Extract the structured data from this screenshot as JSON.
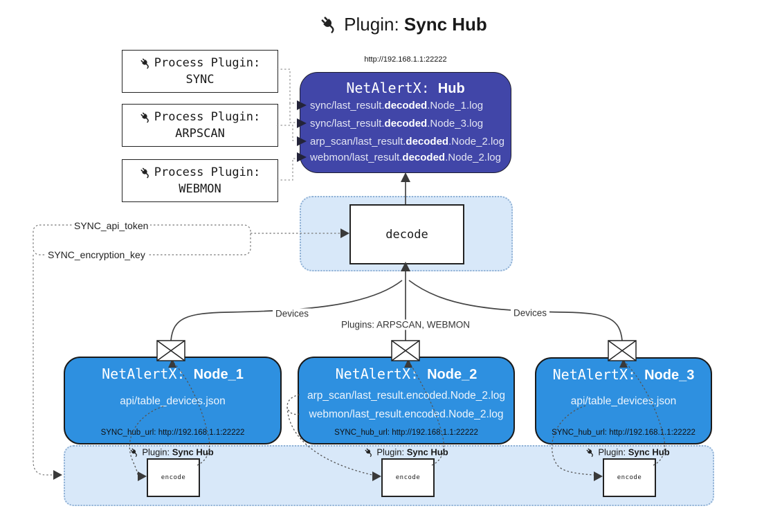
{
  "title": {
    "prefix": "Plugin: ",
    "name": "Sync Hub"
  },
  "process_plugins": [
    {
      "label": "Process Plugin:",
      "name": "SYNC"
    },
    {
      "label": "Process Plugin:",
      "name": "ARPSCAN"
    },
    {
      "label": "Process Plugin:",
      "name": "WEBMON"
    }
  ],
  "hub": {
    "url": "http://192.168.1.1:22222",
    "title_prefix": "NetAlertX: ",
    "title_name": "Hub",
    "logs": [
      {
        "pre": "sync/last_result.",
        "bold": "decoded",
        "post": ".Node_1.log"
      },
      {
        "pre": "sync/last_result.",
        "bold": "decoded",
        "post": ".Node_3.log"
      },
      {
        "pre": "arp_scan/last_result.",
        "bold": "decoded",
        "post": ".Node_2.log"
      },
      {
        "pre": "webmon/last_result.",
        "bold": "decoded",
        "post": ".Node_2.log"
      }
    ]
  },
  "decode": {
    "label": "decode"
  },
  "config": {
    "api_token": "SYNC_api_token",
    "encryption_key": "SYNC_encryption_key"
  },
  "edges": {
    "devices_left": "Devices",
    "plugins_center": "Plugins: ARPSCAN, WEBMON",
    "devices_right": "Devices"
  },
  "nodes": [
    {
      "title_prefix": "NetAlertX: ",
      "title_name": "Node_1",
      "lines": [
        "api/table_devices.json"
      ],
      "hub_url": "SYNC_hub_url: http://192.168.1.1:22222"
    },
    {
      "title_prefix": "NetAlertX: ",
      "title_name": "Node_2",
      "lines": [
        "arp_scan/last_result.encoded.Node_2.log",
        "webmon/last_result.encoded.Node_2.log"
      ],
      "hub_url": "SYNC_hub_url: http://192.168.1.1:22222"
    },
    {
      "title_prefix": "NetAlertX: ",
      "title_name": "Node_3",
      "lines": [
        "api/table_devices.json"
      ],
      "hub_url": "SYNC_hub_url: http://192.168.1.1:22222"
    }
  ],
  "band": {
    "plugin_prefix": "Plugin: ",
    "plugin_name": "Sync Hub",
    "encode_label": "encode"
  },
  "colors": {
    "hub_fill": "#4146a8",
    "node_fill": "#2e90e0",
    "band_fill": "#d8e8f9",
    "band_border": "#8fb0d4",
    "line": "#444444",
    "text_on_hub": "#e2e4f3"
  }
}
